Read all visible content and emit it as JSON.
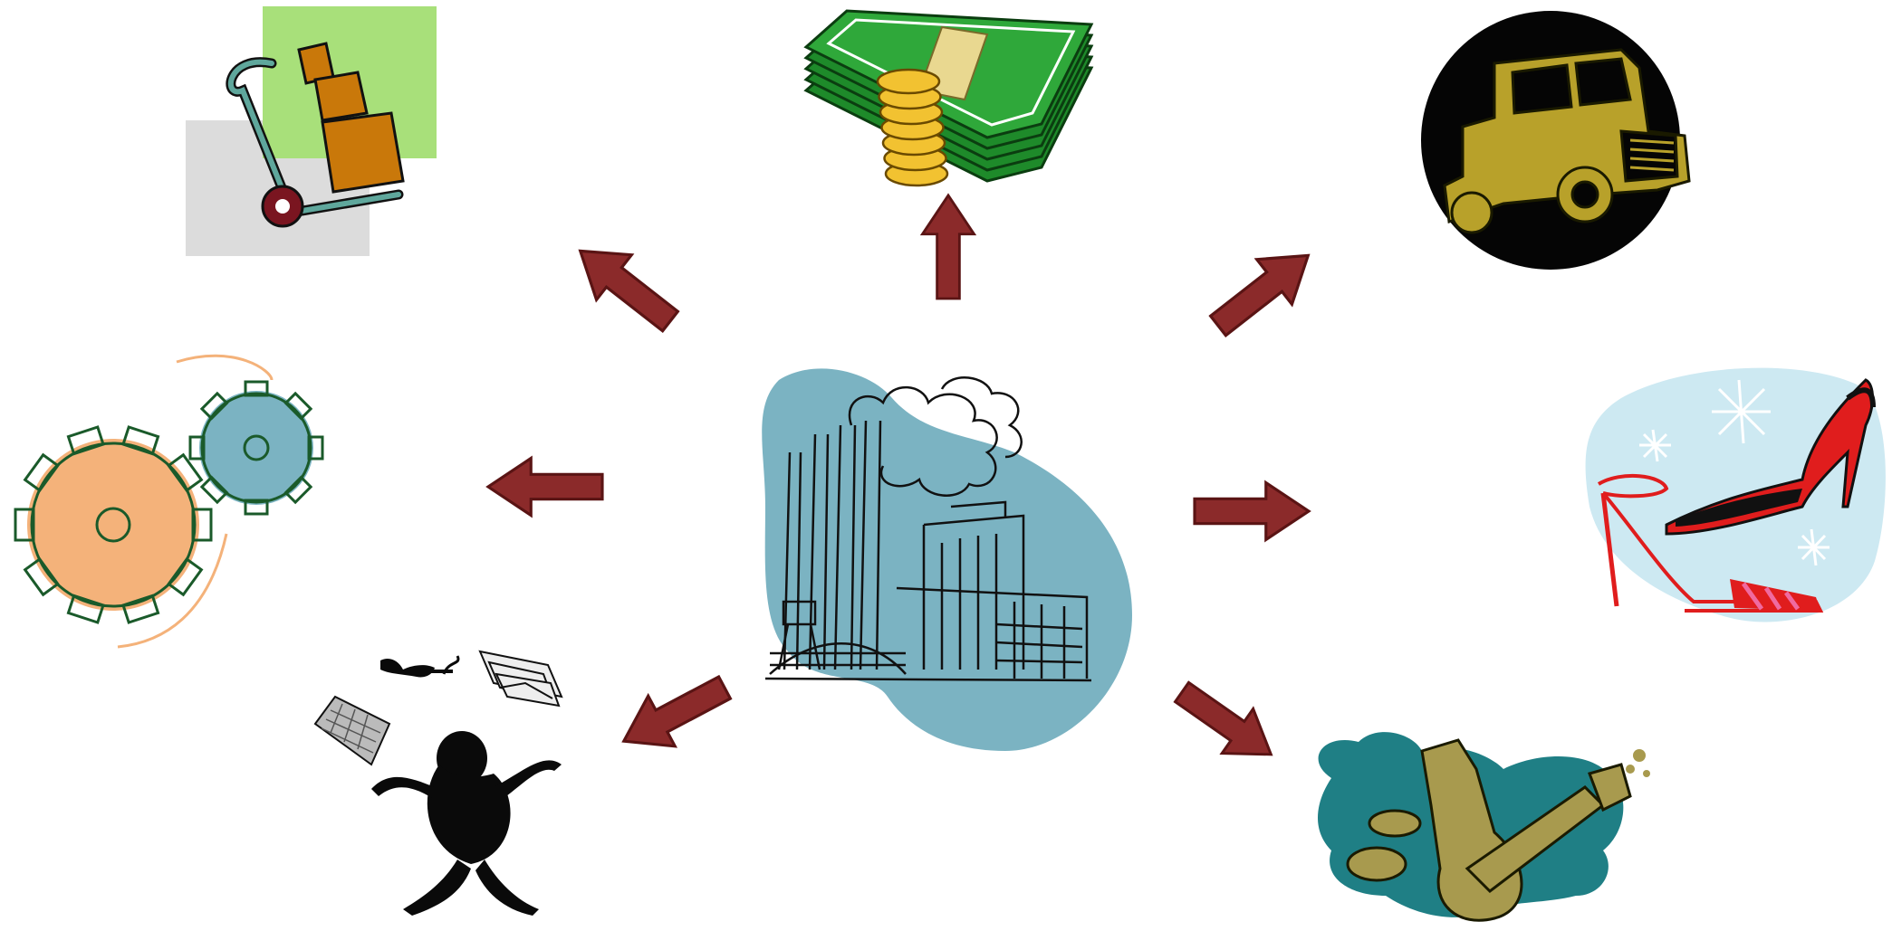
{
  "diagram": {
    "type": "hub-and-spoke",
    "hub": {
      "icon": "factory-icon"
    },
    "spokes": [
      {
        "icon": "hand-truck-boxes-icon",
        "direction": "up-left"
      },
      {
        "icon": "money-stack-coins-icon",
        "direction": "up"
      },
      {
        "icon": "truck-icon",
        "direction": "up-right"
      },
      {
        "icon": "gears-icon",
        "direction": "left"
      },
      {
        "icon": "high-heel-shoes-icon",
        "direction": "right"
      },
      {
        "icon": "busy-worker-juggling-icon",
        "direction": "down-left"
      },
      {
        "icon": "lab-flasks-icon",
        "direction": "down-right"
      }
    ],
    "colors": {
      "arrow_fill": "#8b2a2a",
      "arrow_outline": "#5a1414",
      "factory_blob": "#7bb3c2",
      "money_green": "#1e8a2a",
      "coin_gold": "#f2c231",
      "truck_gold": "#b8a12a",
      "gear_orange": "#f4b27a",
      "gear_blue": "#7bb3c2",
      "shoe_red": "#e01d1d",
      "shoe_pink": "#f06aa0",
      "shoe_bg": "#cde9f2",
      "flask_olive": "#a89a4e",
      "flask_teal": "#1f7f85",
      "box_orange": "#c9780a",
      "box_green_bg": "#a8e07a",
      "box_gray_bg": "#dcdcdc"
    }
  }
}
